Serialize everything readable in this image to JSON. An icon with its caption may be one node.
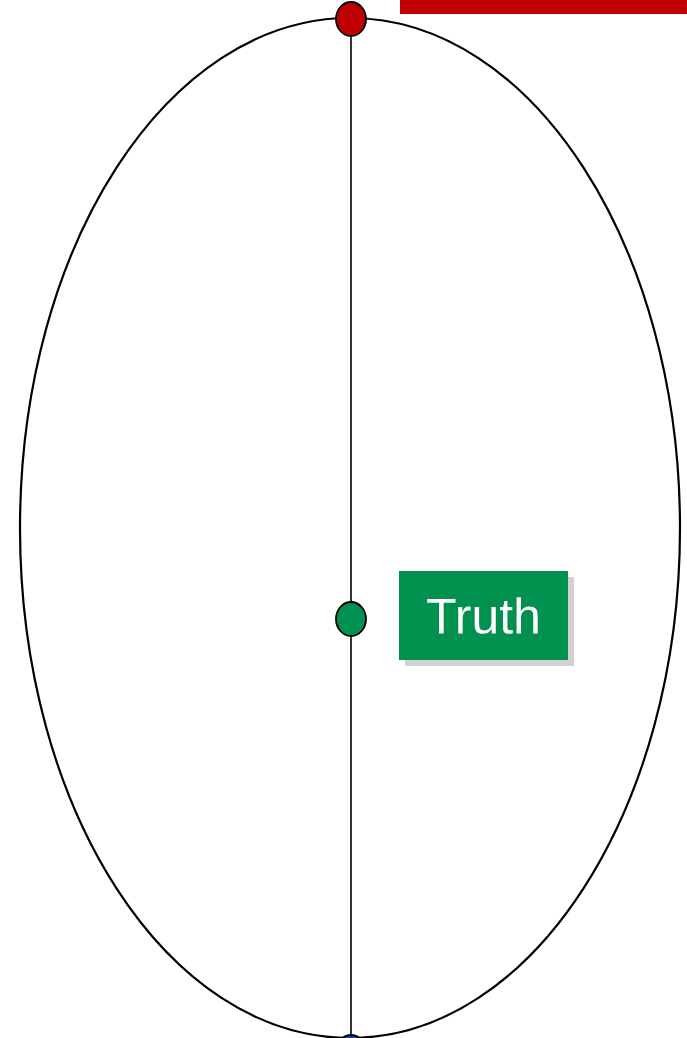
{
  "diagram": {
    "nodes": [
      {
        "text": [],
        "shape": "ellipse"
      },
      {
        "text": [],
        "shape": "circle"
      },
      {
        "text": [],
        "shape": "circle",
        "in": 0
      },
      {
        "text": [],
        "shape": "circle"
      },
      {
        "text": [
          "Truth"
        ],
        "in": 0
      },
      {
        "text": [],
        "shape": "bar"
      }
    ],
    "edges": [
      {
        "from": 1,
        "to": 2,
        "arrow": "none"
      },
      {
        "from": 2,
        "to": 3,
        "arrow": "none"
      }
    ]
  }
}
